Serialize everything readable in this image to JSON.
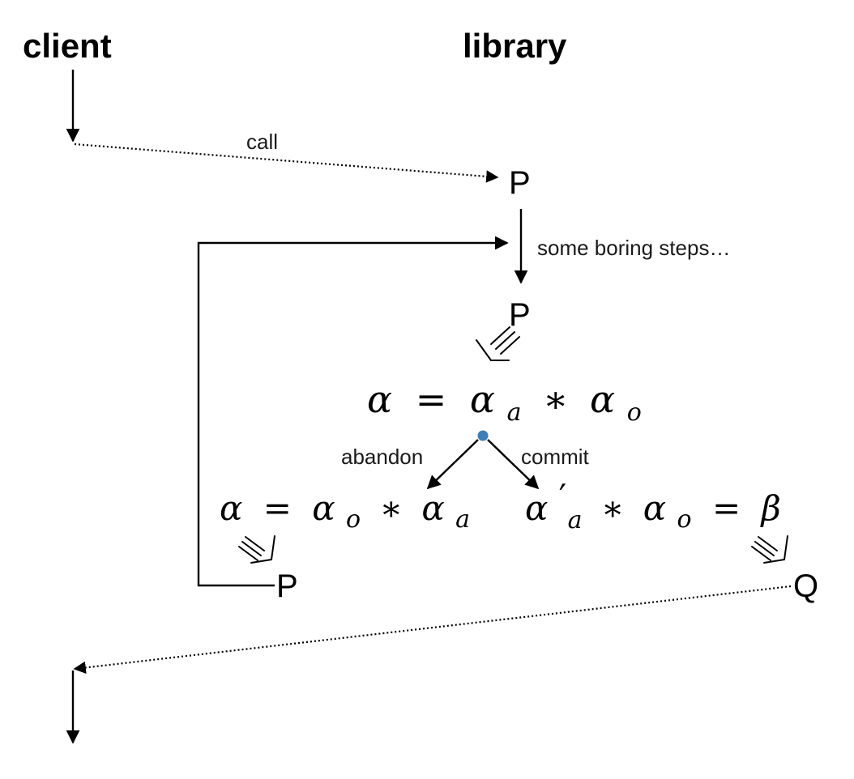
{
  "headings": {
    "client": "client",
    "library": "library"
  },
  "edges": {
    "call": "call",
    "boring": "some boring steps…",
    "abandon": "abandon",
    "commit": "commit"
  },
  "nodes": {
    "p_entry": "P",
    "p_after_steps": "P",
    "p_loop": "P",
    "q_exit": "Q"
  },
  "formulas": {
    "split": {
      "lhs": "α",
      "eq": "=",
      "a1": "α",
      "a1_sub": "a",
      "op": "∗",
      "a2": "α",
      "a2_sub": "o"
    },
    "abandon_result": {
      "lhs": "α",
      "eq": "=",
      "a1": "α",
      "a1_sub": "o",
      "op": "∗",
      "a2": "α",
      "a2_sub": "a"
    },
    "commit_result": {
      "a1": "α",
      "a1_prime": "′",
      "a1_sub": "a",
      "op": "∗",
      "a2": "α",
      "a2_sub": "o",
      "eq": "=",
      "rhs": "β"
    }
  },
  "colors": {
    "line": "#000000",
    "branch_point": "#3d7fb5"
  }
}
